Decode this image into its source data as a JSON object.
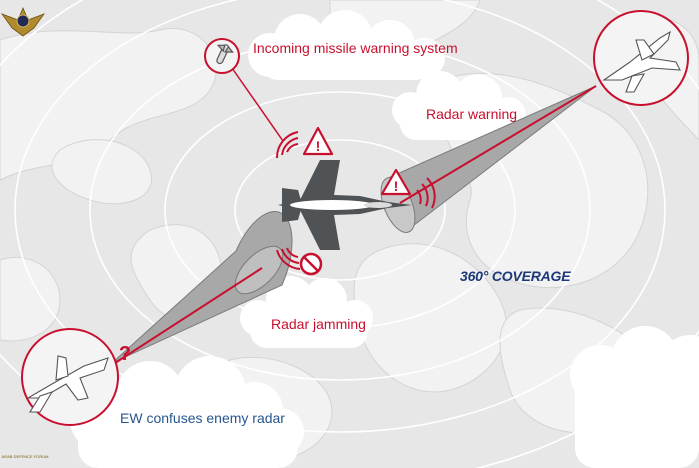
{
  "labels": {
    "missile_warning": "Incoming missile warning system",
    "radar_warning": "Radar warning",
    "radar_jamming": "Radar jamming",
    "ew_confuses": "EW confuses enemy radar",
    "coverage": "360° COVERAGE",
    "question_mark": "?",
    "warning_mark": "!"
  },
  "logo": {
    "text": "ARAB DEFENCE FORUM"
  },
  "colors": {
    "background": "#e9e9e9",
    "land": "#f1f1f1",
    "rings": "#ffffff",
    "accent_red": "#c8102e",
    "label_blue": "#27568e",
    "coverage_navy": "#1d3a78",
    "jet_dark": "#505356",
    "cone": "#a6a6a6"
  },
  "icons": [
    "missile-icon",
    "enemy-jet-icon",
    "fighter-jet-icon",
    "warning-triangle-icon",
    "prohibited-icon",
    "radio-wave-icon"
  ]
}
